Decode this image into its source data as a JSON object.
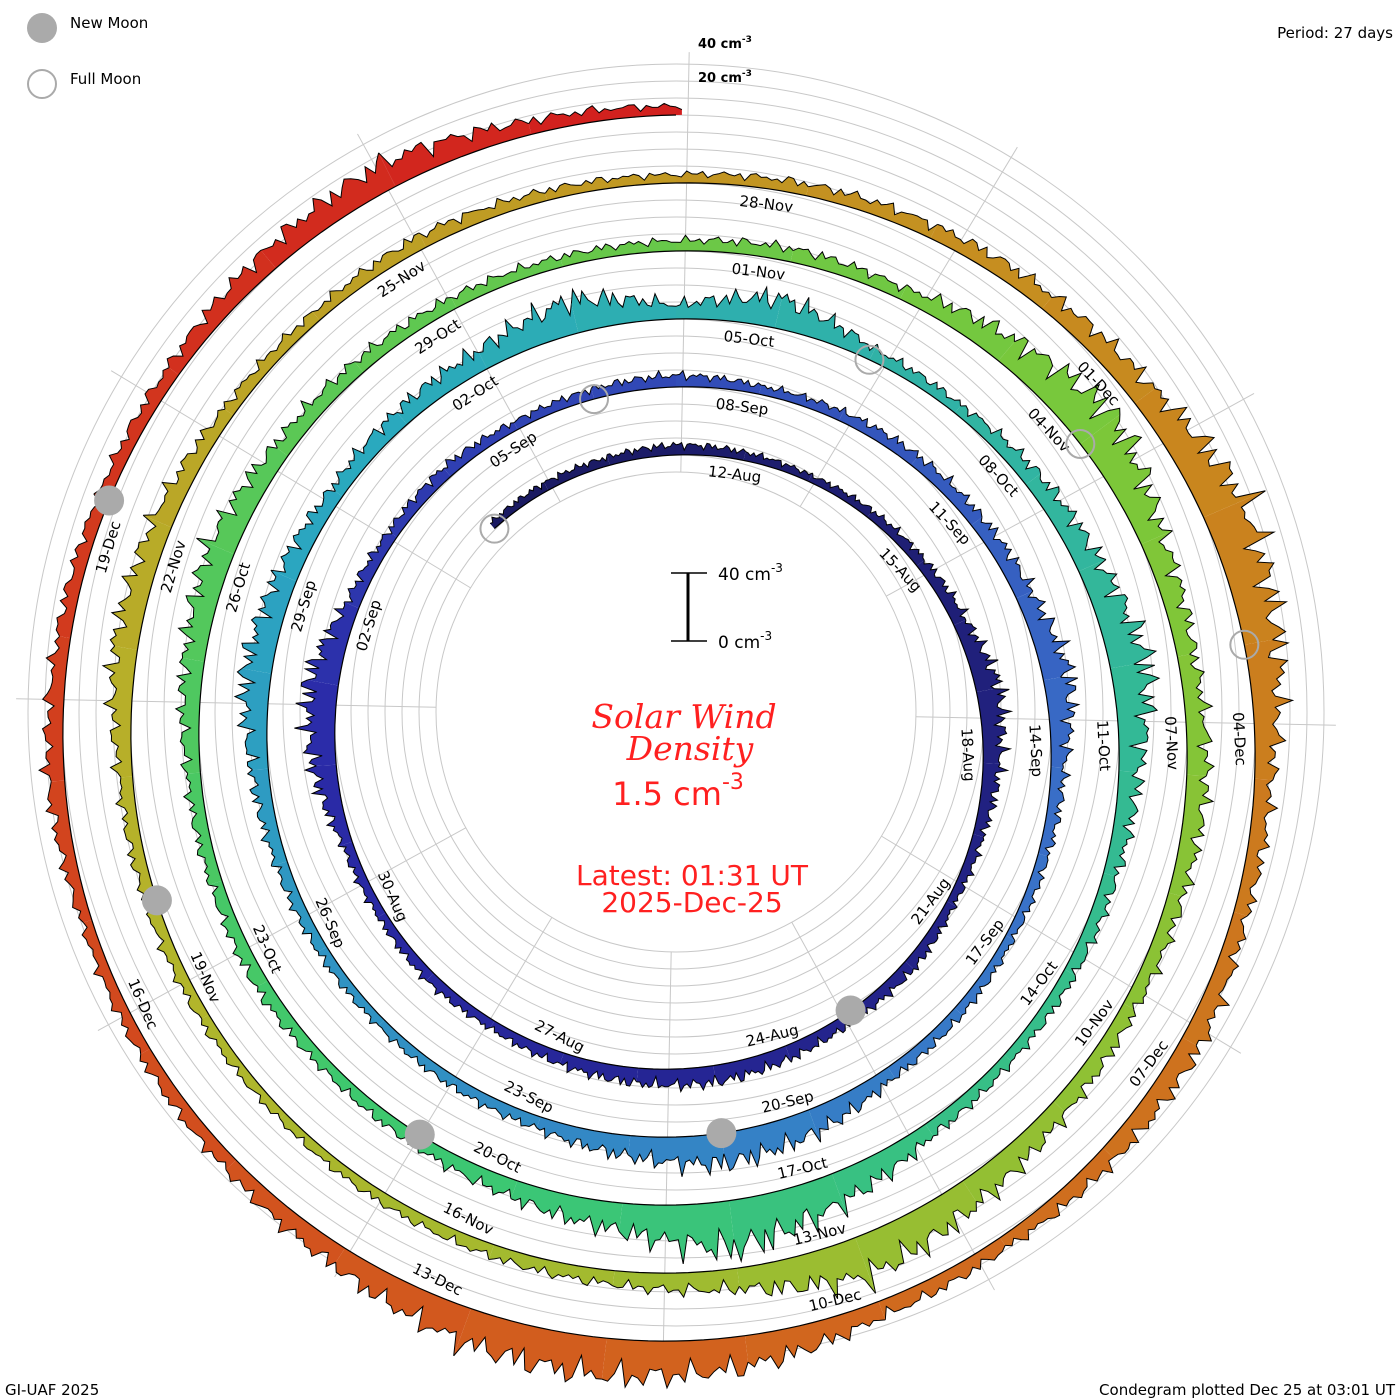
{
  "legend": {
    "new_moon": "New Moon",
    "full_moon": "Full Moon"
  },
  "period_label": "Period: 27 days",
  "footer_left": "GI-UAF 2025",
  "footer_right": "Condegram plotted Dec 25 at 03:01 UT",
  "outer_scale": {
    "upper": "40 cm",
    "lower": "20 cm",
    "exp": "-3"
  },
  "center": {
    "scale_top": "40 cm",
    "scale_bottom": "0 cm",
    "exp": "-3",
    "title1": "Solar Wind",
    "title2": "Density",
    "current_value": "1.5 cm",
    "current_exp": "-3",
    "latest": "Latest: 01:31 UT",
    "date": "2025-Dec-25"
  },
  "chart_data": {
    "type": "spiral-area",
    "title": "Solar Wind Density",
    "units": "cm^-3",
    "period_days": 27,
    "start_date": "2025-08-09",
    "reference_date_top": "2025-08-12",
    "scale_max": 40,
    "daily_values": [
      4,
      5,
      5,
      6,
      5,
      4,
      5,
      6,
      8,
      14,
      10,
      6,
      5,
      7,
      6,
      8,
      10,
      9,
      7,
      5,
      6,
      5,
      6,
      14,
      18,
      8,
      6,
      7,
      5,
      6,
      7,
      5,
      6,
      7,
      8,
      10,
      16,
      8,
      6,
      5,
      6,
      7,
      14,
      18,
      12,
      7,
      6,
      5,
      6,
      7,
      10,
      16,
      12,
      8,
      10,
      12,
      20,
      8,
      18,
      7,
      6,
      10,
      14,
      22,
      12,
      8,
      7,
      6,
      8,
      18,
      28,
      16,
      10,
      7,
      6,
      8,
      7,
      8,
      12,
      16,
      10,
      8,
      7,
      6,
      6,
      8,
      7,
      16,
      26,
      14,
      10,
      12,
      9,
      8,
      10,
      16,
      24,
      12,
      8,
      7,
      6,
      5,
      6,
      7,
      8,
      14,
      12,
      7,
      6,
      8,
      6,
      5,
      7,
      8,
      10,
      14,
      26,
      20,
      10,
      8,
      12,
      10,
      7,
      9,
      18,
      22,
      20,
      12,
      8,
      7,
      6,
      10,
      8,
      7,
      8,
      12,
      16,
      8,
      5
    ],
    "date_labels": [
      "12-Aug",
      "15-Aug",
      "18-Aug",
      "21-Aug",
      "24-Aug",
      "27-Aug",
      "30-Aug",
      "02-Sep",
      "05-Sep",
      "08-Sep",
      "11-Sep",
      "14-Sep",
      "17-Sep",
      "20-Sep",
      "23-Sep",
      "26-Sep",
      "29-Sep",
      "02-Oct",
      "05-Oct",
      "08-Oct",
      "11-Oct",
      "14-Oct",
      "17-Oct",
      "20-Oct",
      "23-Oct",
      "26-Oct",
      "29-Oct",
      "01-Nov",
      "04-Nov",
      "07-Nov",
      "10-Nov",
      "13-Nov",
      "16-Nov",
      "19-Nov",
      "22-Nov",
      "25-Nov",
      "28-Nov",
      "01-Dec",
      "04-Dec",
      "07-Dec",
      "10-Dec",
      "13-Dec",
      "16-Dec",
      "19-Dec"
    ],
    "new_moons": [
      "2025-08-23",
      "2025-09-21",
      "2025-10-21",
      "2025-11-20",
      "2025-12-20"
    ],
    "full_moons": [
      "2025-08-09",
      "2025-09-07",
      "2025-10-07",
      "2025-11-05",
      "2025-12-04"
    ],
    "color_stops": [
      {
        "day": -3,
        "color": "#1a1a60"
      },
      {
        "day": 20,
        "color": "#2a2aa8"
      },
      {
        "day": 35,
        "color": "#3a70c8"
      },
      {
        "day": 50,
        "color": "#2aa8c0"
      },
      {
        "day": 70,
        "color": "#3cc870"
      },
      {
        "day": 85,
        "color": "#7ac83a"
      },
      {
        "day": 100,
        "color": "#b4b42a"
      },
      {
        "day": 112,
        "color": "#c8881e"
      },
      {
        "day": 122,
        "color": "#d2601e"
      },
      {
        "day": 135,
        "color": "#d21e1e"
      }
    ]
  }
}
